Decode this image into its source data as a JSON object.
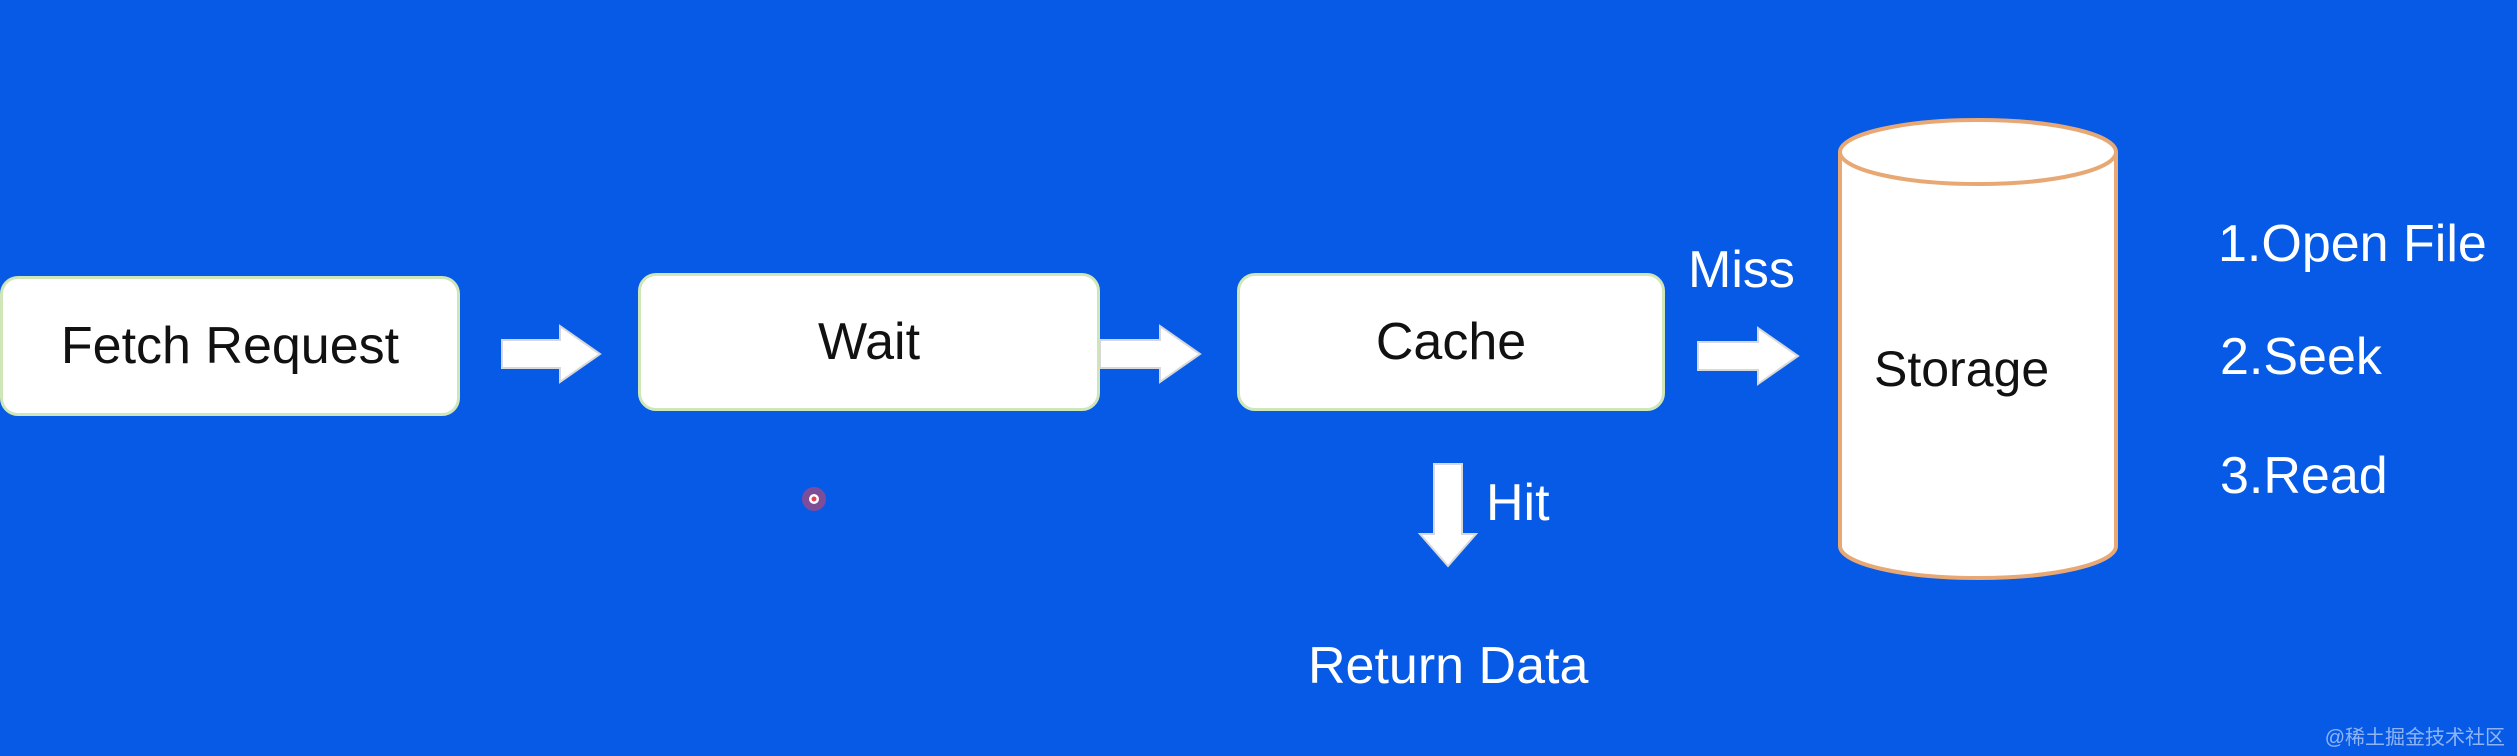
{
  "diagram": {
    "nodes": {
      "fetch_request": "Fetch Request",
      "wait": "Wait",
      "cache": "Cache",
      "storage": "Storage"
    },
    "edges": {
      "miss": "Miss",
      "hit": "Hit"
    },
    "return_data": "Return Data",
    "storage_steps": [
      "1.Open File",
      "2.Seek",
      "3.Read"
    ]
  },
  "watermark": "@稀土掘金技术社区",
  "colors": {
    "background": "#065ae6",
    "box_fill": "#ffffff",
    "box_border": "#cfe7b8",
    "cylinder_border": "#e8a874",
    "pointer_marker": "#e0445a"
  }
}
